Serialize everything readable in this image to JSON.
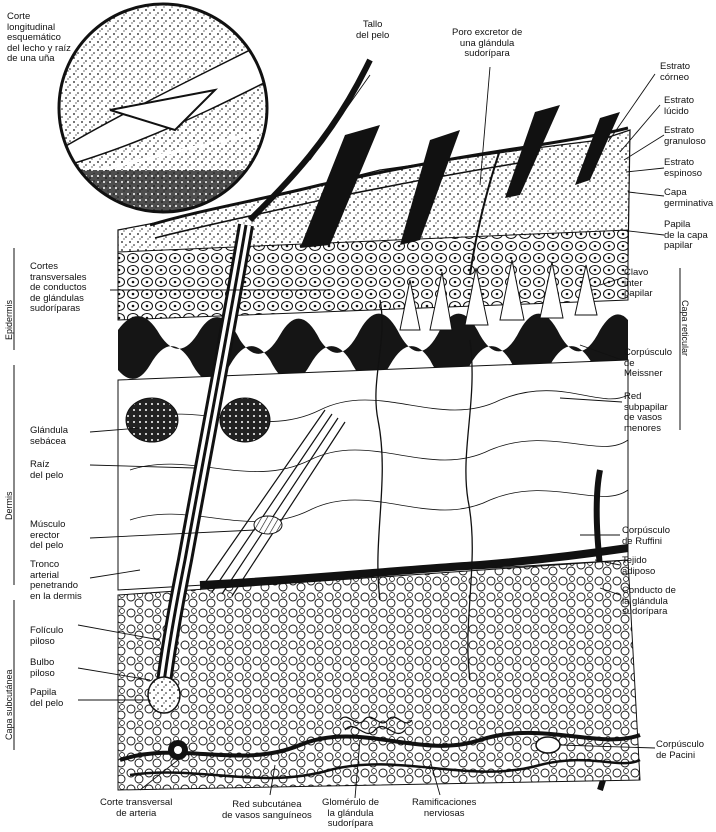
{
  "diagram": {
    "labels": {
      "inset": "Corte\nlongitudinal\nesquemático\ndel lecho y raíz\nde una uña",
      "tallo": "Tallo\ndel pelo",
      "poro": "Poro excretor de\nuna glándula\nsudorípara",
      "estrato_corneo": "Estrato\ncórneo",
      "estrato_lucido": "Estrato\nlúcido",
      "estrato_granuloso": "Estrato\ngranuloso",
      "estrato_espinoso": "Estrato\nespinoso",
      "capa_germinativa": "Capa\ngerminativa",
      "papila_capa": "Papila\nde la capa\npapilar",
      "cortes": "Cortes\ntransversales\nde conductos\nde glándulas\nsudoríparas",
      "clavo": "Clavo\ninter\npapilar",
      "corpusculo_meissner": "Corpúsculo\nde\nMeissner",
      "red_subpapilar": "Red\nsubpapilar\nde vasos\nmenores",
      "glandula_sebacea": "Glándula\nsebácea",
      "raiz": "Raíz\ndel pelo",
      "musculo": "Músculo\nerector\ndel pelo",
      "tronco": "Tronco\narterial\npenetrando\nen la dermis",
      "corpusculo_ruffini": "Corpúsculo\nde Ruffini",
      "tejido": "Tejido\nadiposo",
      "conducto": "Conducto de\nla glándula\nsudorípara",
      "foliculo": "Folículo\npiloso",
      "bulbo": "Bulbo\npiloso",
      "papila_pelo": "Papila\ndel pelo",
      "corpusculo_pacini": "Corpúsculo\nde Pacini",
      "corte_arteria": "Corte transversal\nde arteria",
      "red_subcutanea": "Red subcutánea\nde vasos sanguíneos",
      "glomerulo": "Glomérulo de\nla glándula\nsudorípara",
      "ramificaciones": "Ramificaciones\nnerviosas"
    },
    "regions": {
      "epidermis": "Epidermis",
      "dermis": "Dermis",
      "capa_subcutanea": "Capa subcutánea",
      "capa_reticular": "Capa reticular"
    }
  }
}
